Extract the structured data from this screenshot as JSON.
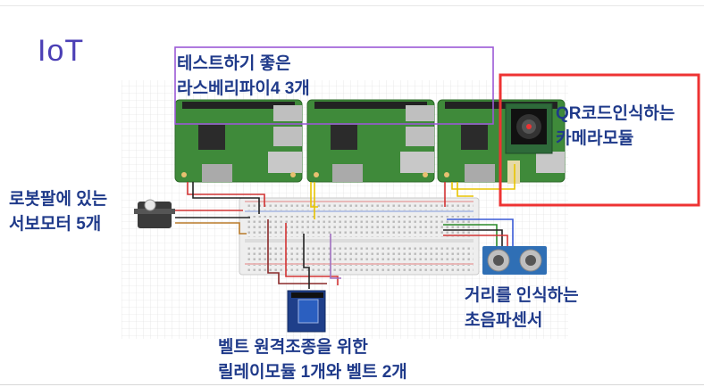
{
  "title": "IoT",
  "labels": {
    "raspberry_pi": [
      "테스트하기 좋은",
      "라스베리파이4 3개"
    ],
    "camera": [
      "QR코드인식하는",
      "카메라모듈"
    ],
    "servo": [
      "로봇팔에 있는",
      "서보모터 5개"
    ],
    "ultrasonic": [
      "거리를 인식하는",
      "초음파센서"
    ],
    "relay": [
      "벨트 원격조종을 위한",
      "릴레이모듈 1개와 벨트 2개"
    ]
  },
  "colors": {
    "title": "#4b3fb5",
    "label_text": "#1f3a8a",
    "pi_highlight": "#9b59d6",
    "camera_highlight": "#ee3333",
    "pcb_green": "#3f8a3a",
    "grid": "#dcdcdc"
  },
  "icons": [
    "raspberry-pi-board",
    "camera-module",
    "servo-motor",
    "breadboard",
    "ultrasonic-sensor",
    "relay-module"
  ]
}
